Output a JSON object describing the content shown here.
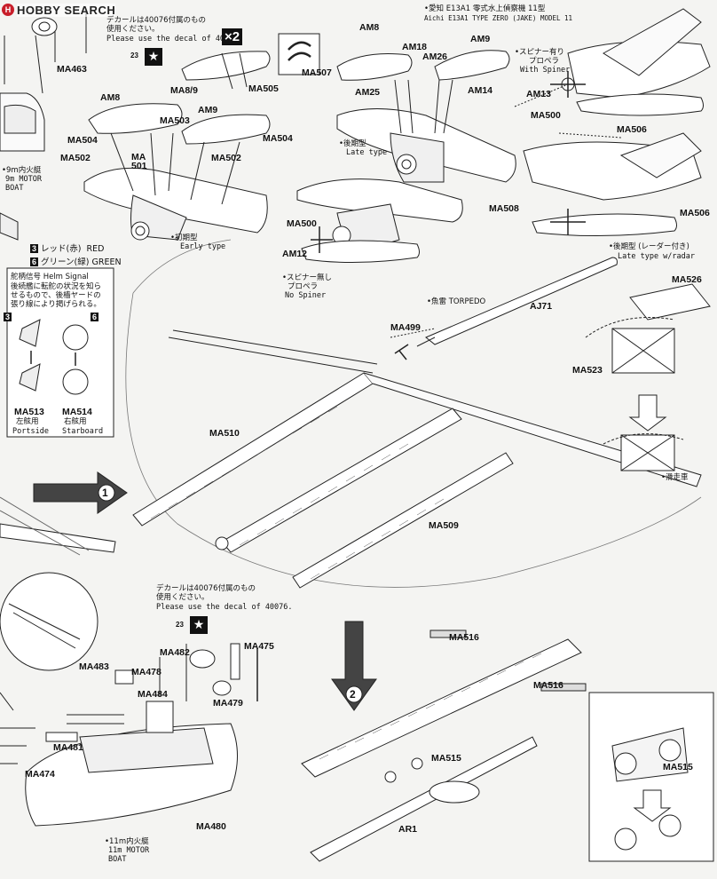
{
  "header": {
    "logo_letter": "H",
    "site": "HOBBY SEARCH"
  },
  "decal_note_top": {
    "jp": "デカールは40076付属のもの",
    "jp2": "使用ください。",
    "en": "Please use the decal of 40076.",
    "decal_no": "23",
    "star": "★"
  },
  "multiplier": "×2",
  "aircraft_title": {
    "jp": "•愛知 E13A1 零式水上偵察機 11型",
    "en": "Aichi E13A1 TYPE ZERO (JAKE) MODEL 11"
  },
  "labels": {
    "ma463": "MA463",
    "ma507": "MA507",
    "ma505": "MA505",
    "ma8_9": "MA8/9",
    "am8_top": "AM8",
    "am18": "AM18",
    "am26": "AM26",
    "am9_top": "AM9",
    "am25": "AM25",
    "am14": "AM14",
    "am13": "AM13",
    "ma500_top": "MA500",
    "am8_left": "AM8",
    "ma503": "MA503",
    "am9_left": "AM9",
    "ma504_l": "MA504",
    "ma504_r": "MA504",
    "ma502_l": "MA502",
    "ma502_r": "MA502",
    "ma501": "MA\n501",
    "ma506_top": "MA506",
    "ma508": "MA508",
    "ma506_r": "MA506",
    "ma500_mid": "MA500",
    "am12": "AM12",
    "ma526": "MA526",
    "aj71": "AJ71",
    "ma499": "MA499",
    "ma523": "MA523",
    "ma513": "MA513",
    "ma514": "MA514",
    "ma510": "MA510",
    "ma509": "MA509",
    "ma482": "MA482",
    "ma475": "MA475",
    "ma483": "MA483",
    "ma478": "MA478",
    "ma484": "MA484",
    "ma479": "MA479",
    "ma481": "MA481",
    "ma474": "MA474",
    "ma480": "MA480",
    "ma516_a": "MA516",
    "ma516_b": "MA516",
    "ma515": "MA515",
    "ma515_box": "MA515",
    "ar1": "AR1"
  },
  "notes": {
    "with_spiner_jp": "•スピナー有り",
    "with_spiner_jp2": "プロペラ",
    "with_spiner_en": "With Spiner",
    "late_type_jp": "•後期型",
    "late_type_en": "Late type",
    "early_type_jp": "•初期型",
    "early_type_en": "Early type",
    "no_spiner_jp": "•スピナー無し",
    "no_spiner_jp2": "プロペラ",
    "no_spiner_en": "No Spiner",
    "late_radar_jp": "•後期型 (レーダー付き)",
    "late_radar_en": "Late type w/radar",
    "torpedo": "•魚雷 TORPEDO",
    "motor_9m_jp": "•9m内火艇",
    "motor_9m_en": "9m MOTOR",
    "motor_9m_en2": "BOAT",
    "motor_11m_jp": "•11m内火艇",
    "motor_11m_en": "11m MOTOR",
    "motor_11m_en2": "BOAT",
    "kassha": "•滑走車",
    "portside_jp": "左舷用",
    "portside_en": "Portside",
    "starboard_jp": "右舷用",
    "starboard_en": "Starboard"
  },
  "colors": {
    "c3_num": "3",
    "c3_jp": "レッド(赤)",
    "c3_en": "RED",
    "c6_num": "6",
    "c6_jp": "グリーン(緑)",
    "c6_en": "GREEN"
  },
  "helm_signal": {
    "title": "舵柄信号 Helm Signal",
    "line1": "後続艦に転舵の状況を知ら",
    "line2": "せるもので、後檣ヤードの",
    "line3": "張り線により掲げられる。",
    "n3": "3",
    "n6": "6"
  },
  "decal_note_bottom": {
    "jp": "デカールは40076付属のもの",
    "jp2": "使用ください。",
    "en": "Please use the decal of 40076.",
    "decal_no": "23",
    "star": "★"
  },
  "steps": {
    "one": "1",
    "two": "2"
  }
}
